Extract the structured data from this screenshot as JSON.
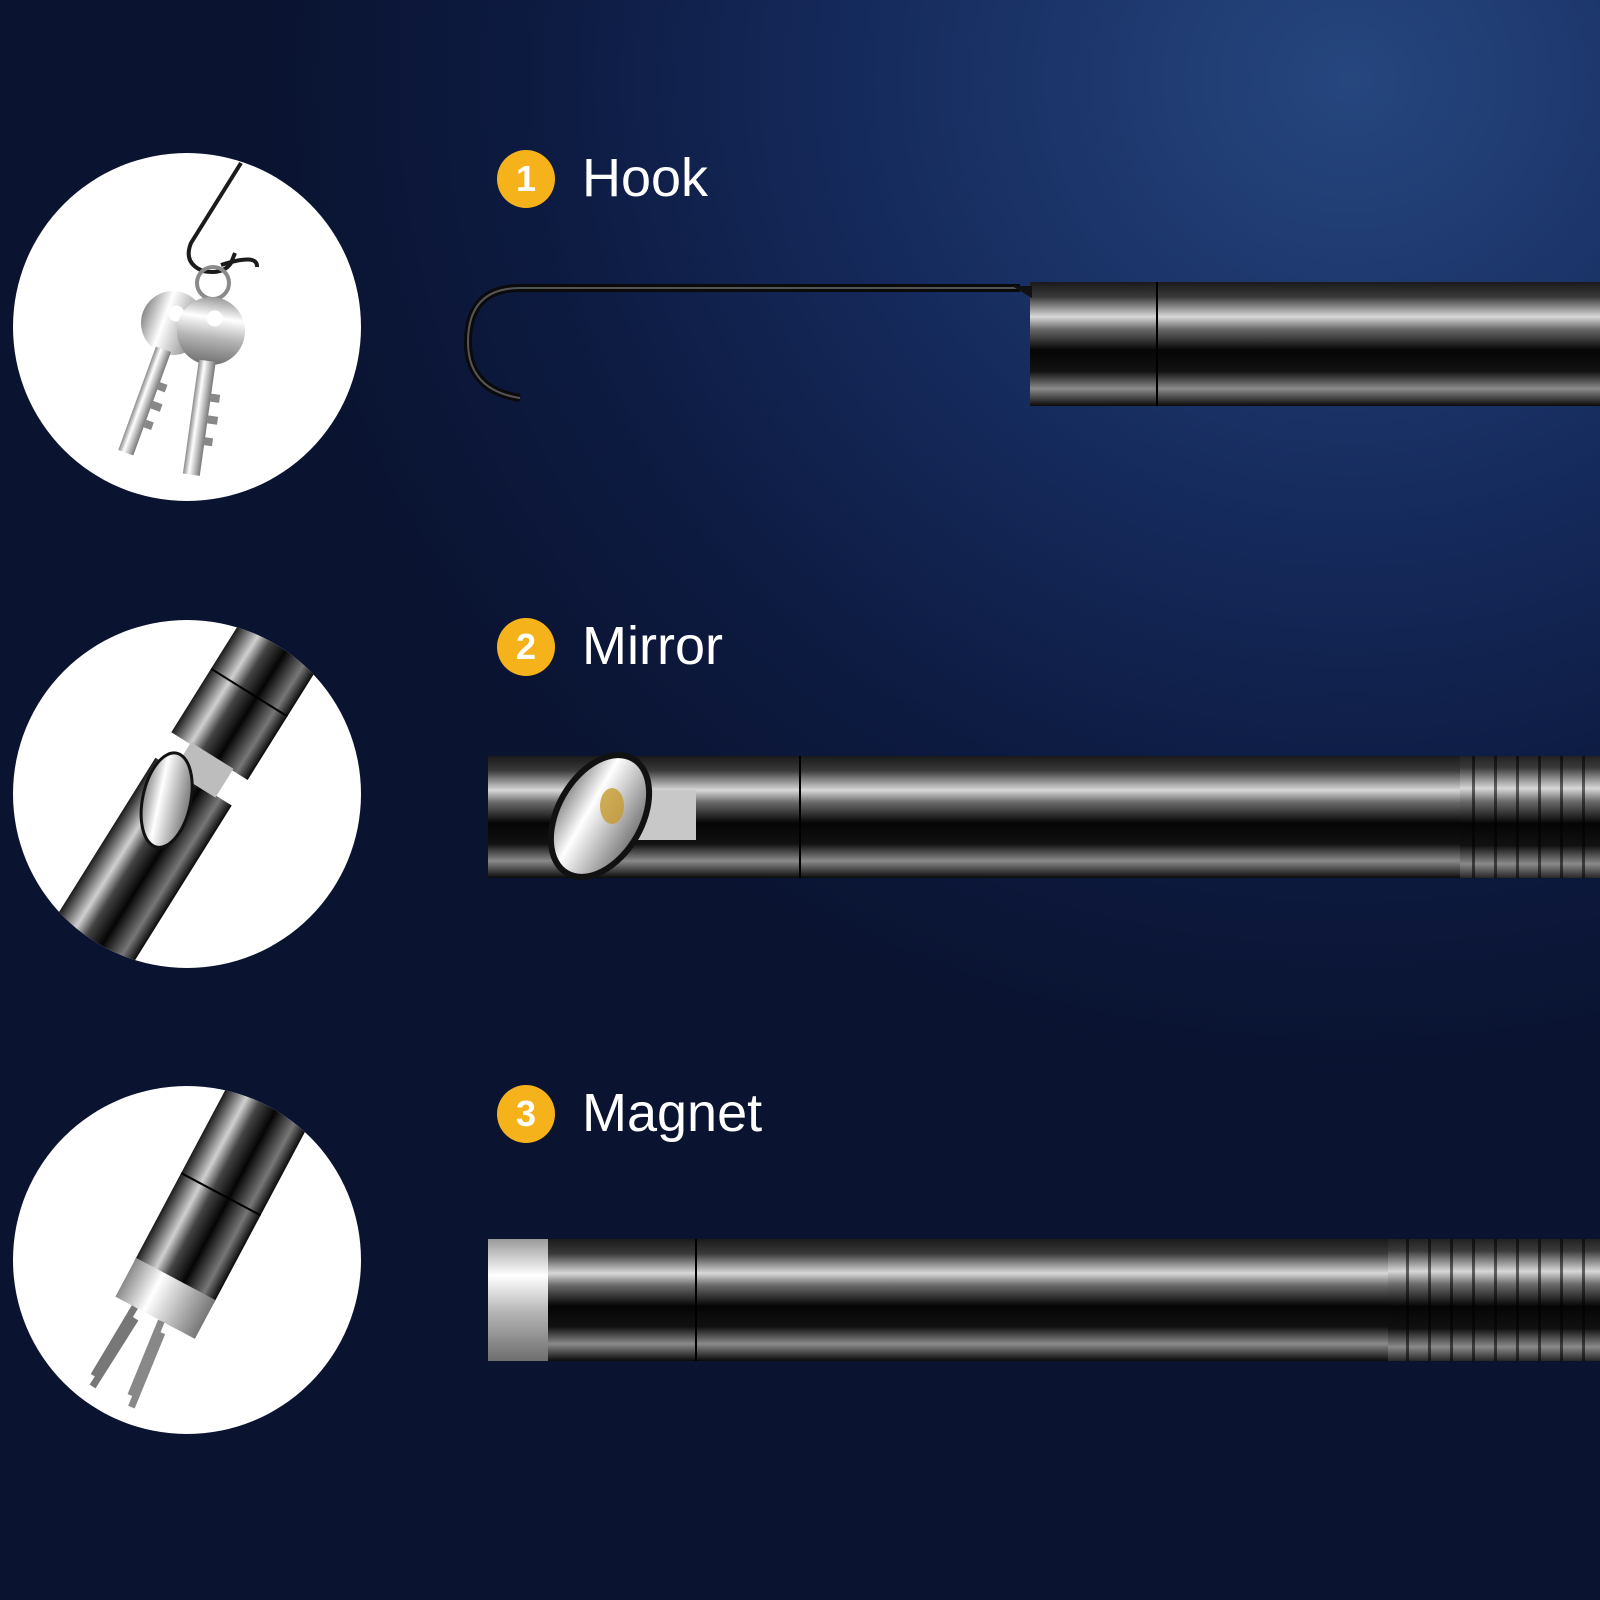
{
  "accessories": [
    {
      "number": "1",
      "name": "Hook",
      "illustration": "keys-on-hook-icon"
    },
    {
      "number": "2",
      "name": "Mirror",
      "illustration": "side-mirror-probe-icon"
    },
    {
      "number": "3",
      "name": "Magnet",
      "illustration": "magnet-screws-icon"
    }
  ],
  "colors": {
    "badge": "#f6b21b",
    "text": "#ffffff",
    "background": "#0d1a40"
  }
}
